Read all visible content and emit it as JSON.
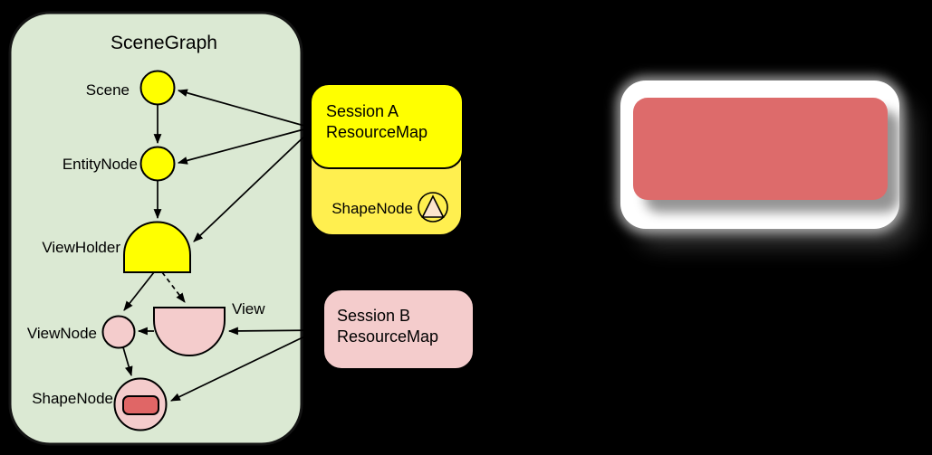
{
  "diagram": {
    "background": "#000000",
    "scenegraph": {
      "title": "SceneGraph",
      "fill": "#dbe9d3",
      "nodes": {
        "scene": {
          "label": "Scene",
          "shape": "circle",
          "fill": "#ffff00"
        },
        "entity_node": {
          "label": "EntityNode",
          "shape": "circle",
          "fill": "#ffff00"
        },
        "view_holder": {
          "label": "ViewHolder",
          "shape": "dome",
          "fill": "#ffff00"
        },
        "view_node": {
          "label": "ViewNode",
          "shape": "circle",
          "fill": "#f4cccc"
        },
        "view": {
          "label": "View",
          "shape": "inverted-dome",
          "fill": "#f4cccc"
        },
        "shape_node": {
          "label": "ShapeNode",
          "shape": "circle",
          "fill": "#f4cccc",
          "inner_shape_fill": "#e06666"
        }
      }
    },
    "session_a": {
      "line1": "Session A",
      "line2": "ResourceMap",
      "fill": "#ffff00",
      "map_entry": {
        "label": "ShapeNode",
        "icon": "triangle-in-circle-icon",
        "panel_fill": "#ffef4f",
        "triangle_fill": "#fce5cd"
      }
    },
    "session_b": {
      "line1": "Session B",
      "line2": "ResourceMap",
      "fill": "#f4cccc"
    },
    "render_target": {
      "frame_fill": "#ffffff",
      "shape_fill": "#dd6b6b"
    },
    "edges": [
      {
        "from": "scene",
        "to": "entity_node",
        "style": "solid"
      },
      {
        "from": "entity_node",
        "to": "view_holder",
        "style": "solid"
      },
      {
        "from": "session_a",
        "to": "scene",
        "style": "solid"
      },
      {
        "from": "session_a",
        "to": "entity_node",
        "style": "solid"
      },
      {
        "from": "session_a",
        "to": "view_holder",
        "style": "solid"
      },
      {
        "from": "view_holder",
        "to": "view_node",
        "style": "solid"
      },
      {
        "from": "view_holder",
        "to": "view",
        "style": "dashed"
      },
      {
        "from": "view",
        "to": "view_node",
        "style": "solid"
      },
      {
        "from": "view_node",
        "to": "shape_node",
        "style": "solid"
      },
      {
        "from": "session_b",
        "to": "view",
        "style": "solid"
      },
      {
        "from": "session_b",
        "to": "shape_node",
        "style": "solid"
      }
    ]
  }
}
